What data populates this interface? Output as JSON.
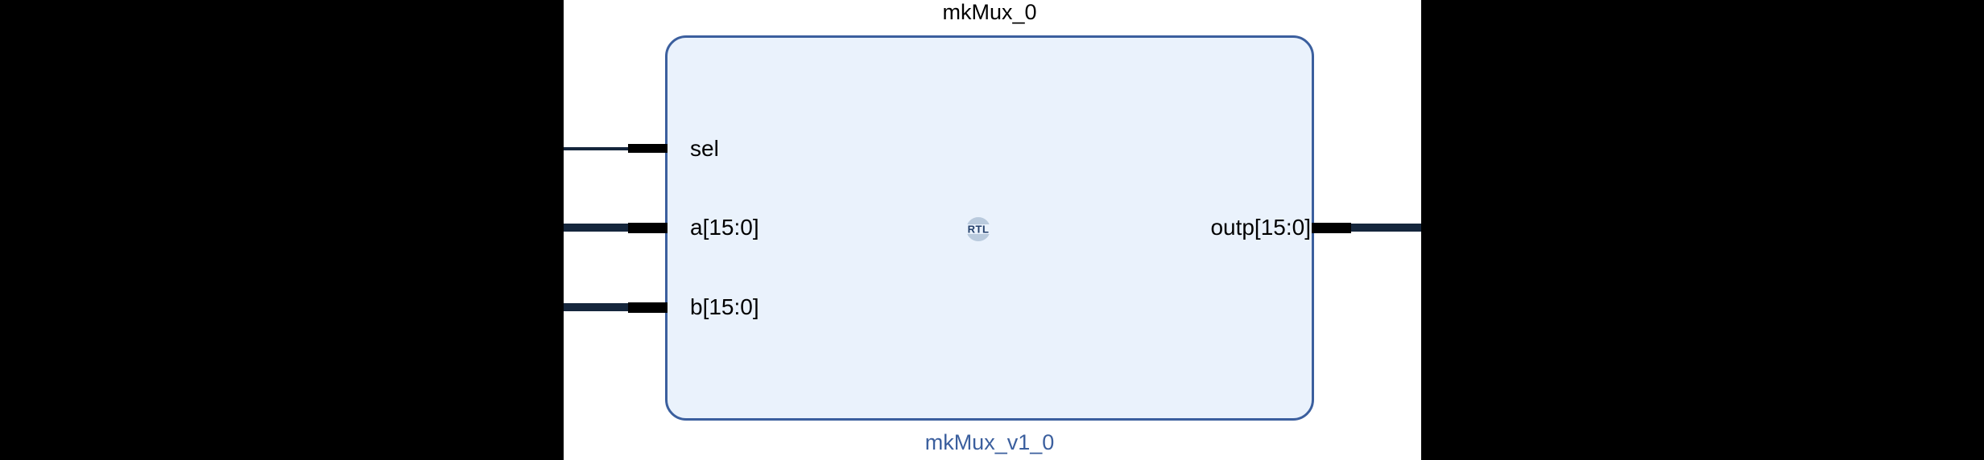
{
  "diagram": {
    "module_title": "mkMux_0",
    "instance_label": "mkMux_v1_0",
    "badge_text": "RTL",
    "colors": {
      "block_fill": "#eaf2fc",
      "block_border": "#3b5f9e",
      "instance_label": "#3b5f9e",
      "wire": "#15263c",
      "stub": "#000000",
      "canvas": "#ffffff",
      "mask": "#000000",
      "badge_circle": "#b9cadd",
      "badge_text": "#24406b"
    },
    "ports": {
      "inputs": [
        {
          "name": "sel",
          "width": 1,
          "kind": "scalar"
        },
        {
          "name": "a[15:0]",
          "width": 16,
          "kind": "bus"
        },
        {
          "name": "b[15:0]",
          "width": 16,
          "kind": "bus"
        }
      ],
      "outputs": [
        {
          "name": "outp[15:0]",
          "width": 16,
          "kind": "bus"
        }
      ]
    }
  }
}
